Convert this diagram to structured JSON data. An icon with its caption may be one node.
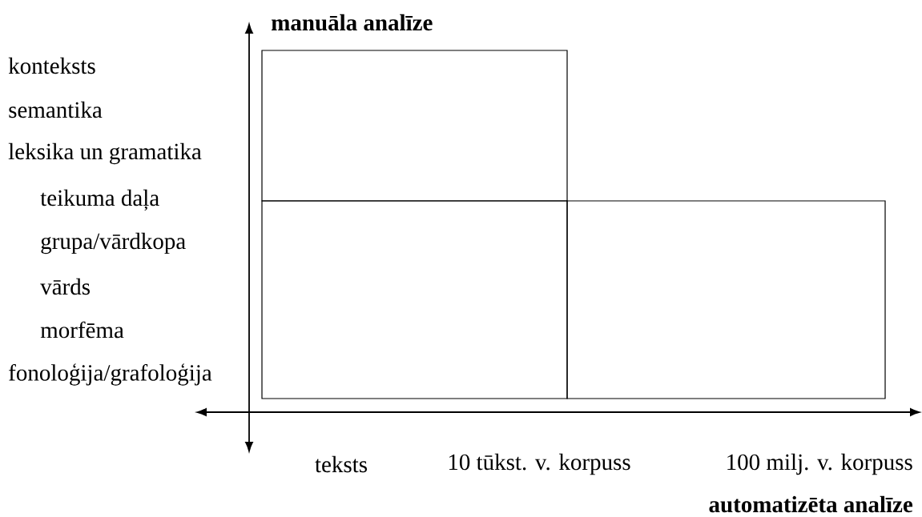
{
  "diagram": {
    "nodes": [
      {
        "text": [],
        "shape": "box"
      },
      {
        "text": [],
        "shape": "box"
      },
      {
        "text": [],
        "shape": "box"
      }
    ],
    "labels": [
      "manuāla analīze",
      "konteksts",
      "semantika",
      "leksika un gramatika",
      "teikuma daļa",
      "grupa/vārdkopa",
      "vārds",
      "morfēma",
      "fonoloģija/grafoloģija",
      "teksts",
      "10 tūkst. v. korpuss",
      "100 milj. v. korpuss",
      "automatizēta analīze"
    ]
  }
}
